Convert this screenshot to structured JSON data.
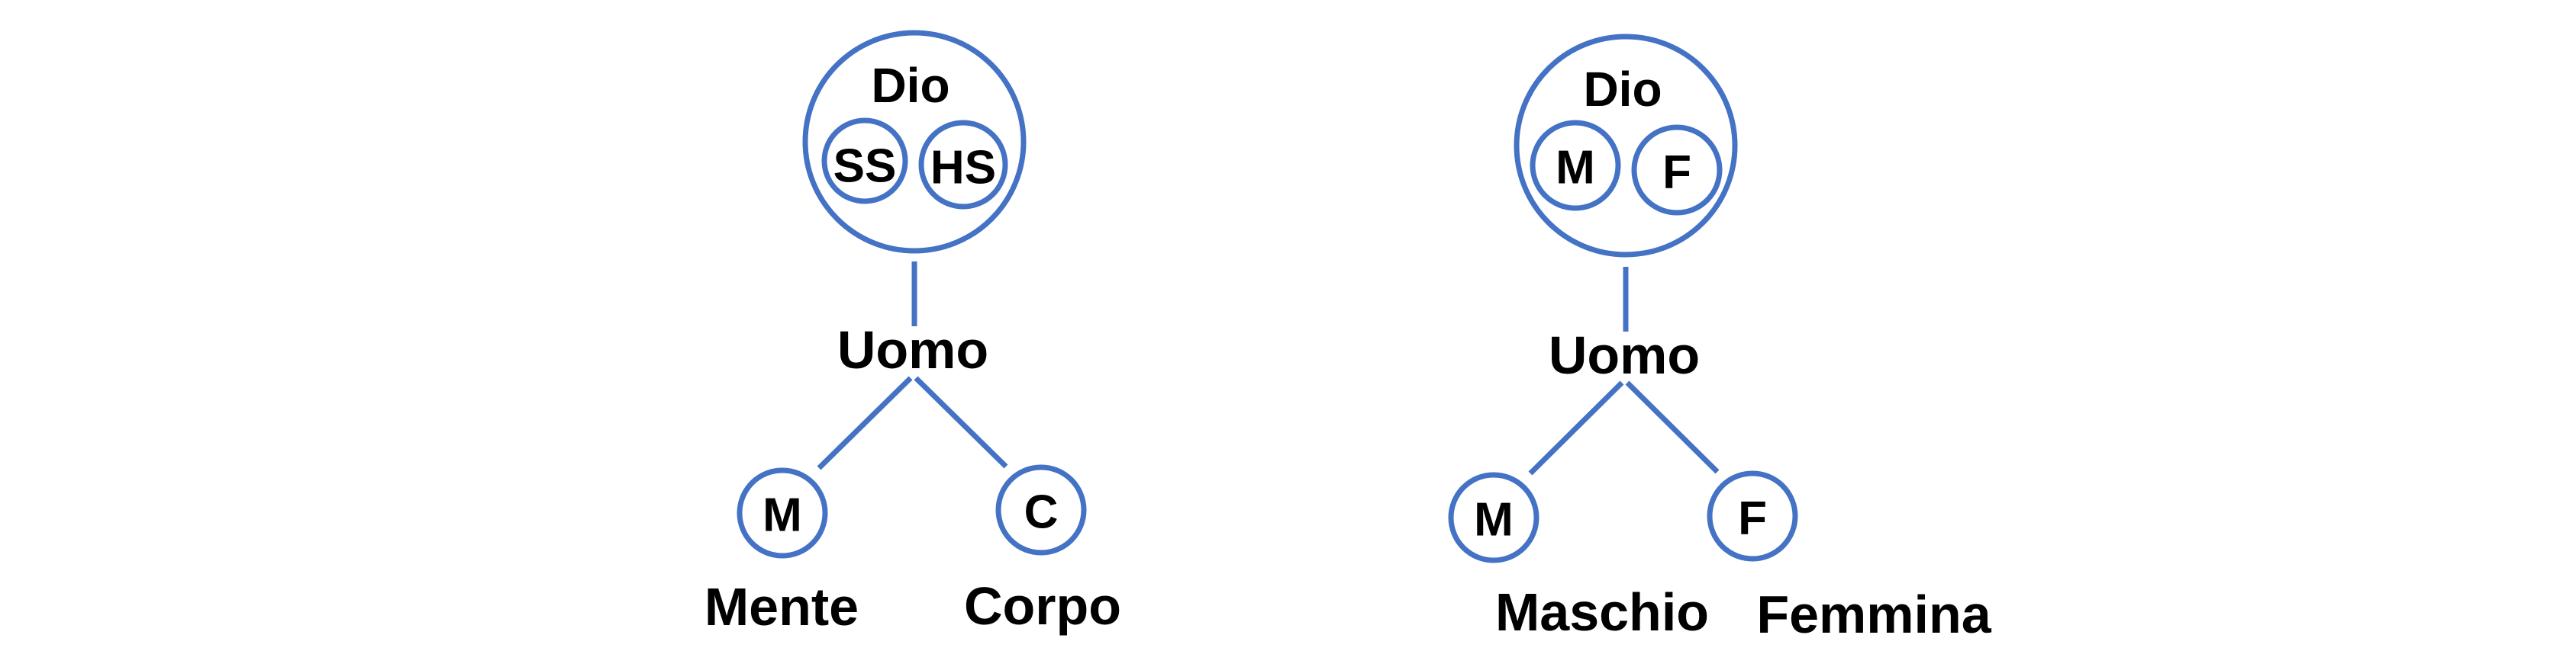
{
  "colors": {
    "stroke": "#4472C4",
    "text": "#000000",
    "background": "#FFFFFF"
  },
  "diagrams": [
    {
      "top": {
        "label": "Dio",
        "inner": [
          "SS",
          "HS"
        ]
      },
      "middle": "Uomo",
      "children": [
        {
          "letter": "M",
          "caption": "Mente"
        },
        {
          "letter": "C",
          "caption": "Corpo"
        }
      ]
    },
    {
      "top": {
        "label": "Dio",
        "inner": [
          "M",
          "F"
        ]
      },
      "middle": "Uomo",
      "children": [
        {
          "letter": "M",
          "caption": "Maschio"
        },
        {
          "letter": "F",
          "caption": "Femmina"
        }
      ]
    }
  ]
}
